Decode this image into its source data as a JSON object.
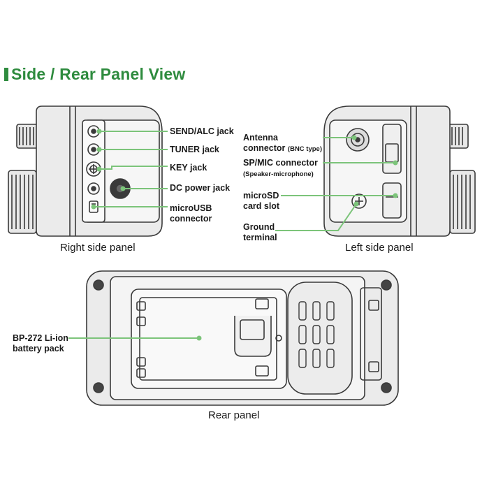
{
  "title": "Side / Rear Panel View",
  "colors": {
    "accent": "#2e8b3e",
    "callout": "#7cc47a",
    "outline": "#3a3a3a",
    "fill": "#ebebeb"
  },
  "right_panel": {
    "caption": "Right side panel",
    "labels": {
      "send_alc": "SEND/ALC jack",
      "tuner": "TUNER jack",
      "key": "KEY jack",
      "dc_power": "DC power jack",
      "micro_usb_line1": "microUSB",
      "micro_usb_line2": "connector"
    }
  },
  "left_panel": {
    "caption": "Left side panel",
    "labels": {
      "antenna_line1": "Antenna",
      "antenna_line2": "connector",
      "antenna_note": "(BNC type)",
      "spmic_line1": "SP/MIC connector",
      "spmic_note": "(Speaker-microphone)",
      "microsd_line1": "microSD",
      "microsd_line2": "card slot",
      "ground_line1": "Ground",
      "ground_line2": "terminal"
    }
  },
  "rear_panel": {
    "caption": "Rear panel",
    "labels": {
      "battery_line1": "BP-272 Li-ion",
      "battery_line2": "battery pack"
    }
  }
}
